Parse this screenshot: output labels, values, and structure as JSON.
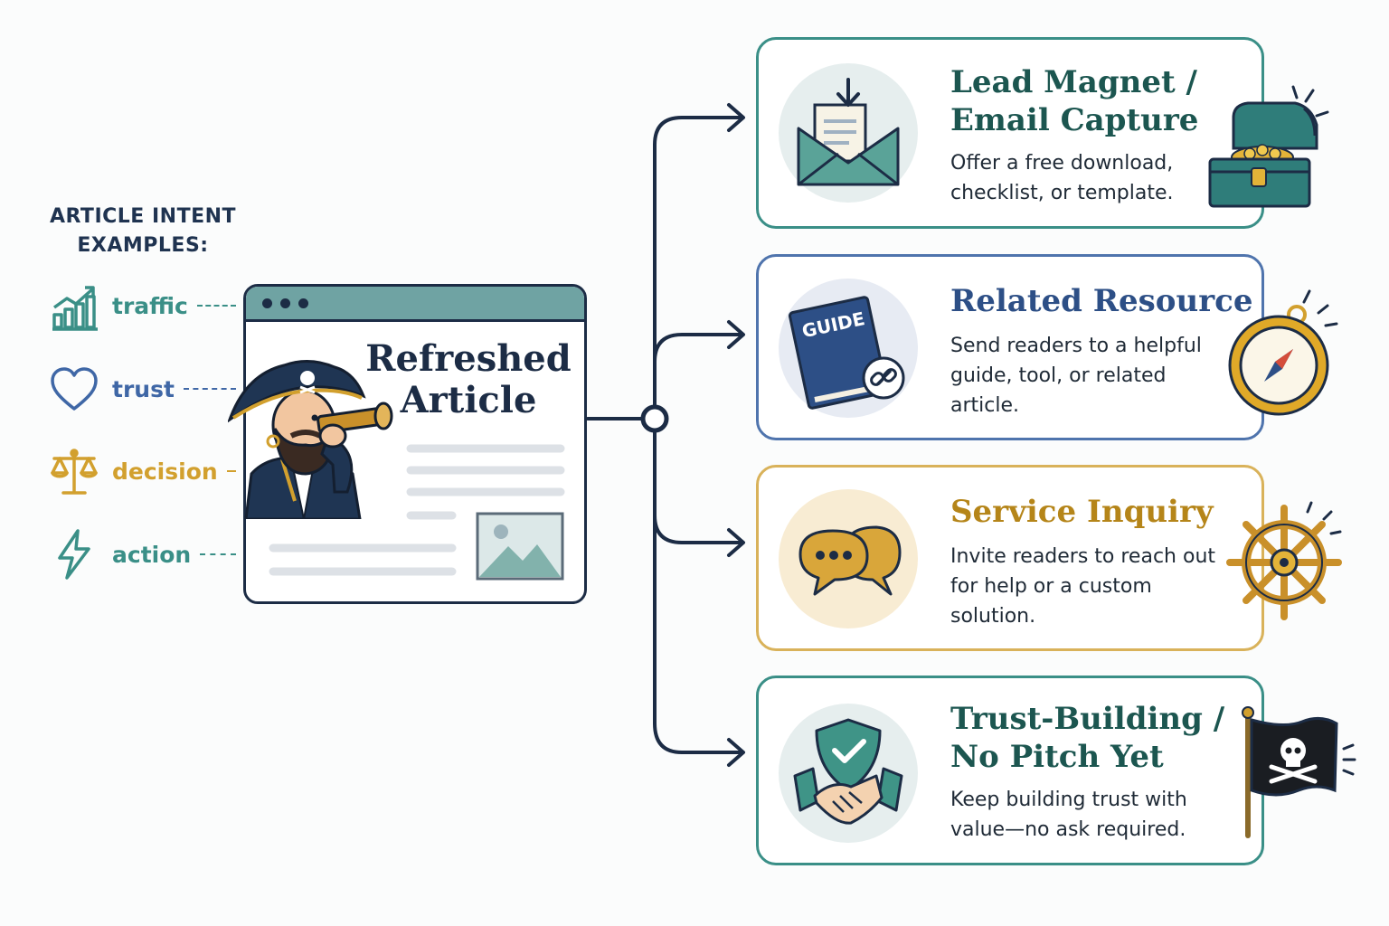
{
  "intents": {
    "heading_line1": "ARTICLE INTENT",
    "heading_line2": "EXAMPLES:",
    "items": [
      {
        "label": "traffic",
        "icon": "growth-chart-icon",
        "color": "#3a8f87"
      },
      {
        "label": "trust",
        "icon": "heart-icon",
        "color": "#3f67a6"
      },
      {
        "label": "decision",
        "icon": "balance-scale-icon",
        "color": "#d2a02e"
      },
      {
        "label": "action",
        "icon": "lightning-bolt-icon",
        "color": "#3a8f87"
      }
    ]
  },
  "article": {
    "title_line1": "Refreshed",
    "title_line2": "Article",
    "mascot": "pirate-with-spyglass",
    "image_placeholder": "image-icon"
  },
  "options": [
    {
      "title_line1": "Lead Magnet /",
      "title_line2": "Email Capture",
      "description": "Offer a free download, checklist, or template.",
      "icon": "envelope-download-icon",
      "decoration": "treasure-chest-icon",
      "color": "#3a8f87",
      "title_color": "#1c5650"
    },
    {
      "title_line1": "Related Resource",
      "description": "Send readers to a helpful guide, tool, or related article.",
      "icon": "guide-book-icon",
      "book_label": "GUIDE",
      "decoration": "compass-icon",
      "color": "#4f74ad",
      "title_color": "#2d4f86"
    },
    {
      "title_line1": "Service Inquiry",
      "description": "Invite readers to reach out for help or a custom solution.",
      "icon": "chat-bubbles-icon",
      "decoration": "ship-wheel-icon",
      "color": "#d9b25a",
      "title_color": "#b58519"
    },
    {
      "title_line1": "Trust-Building /",
      "title_line2": "No Pitch Yet",
      "description": "Keep building trust with value—no ask required.",
      "icon": "shield-handshake-icon",
      "decoration": "pirate-flag-icon",
      "color": "#3a8f87",
      "title_color": "#1c5650"
    }
  ]
}
